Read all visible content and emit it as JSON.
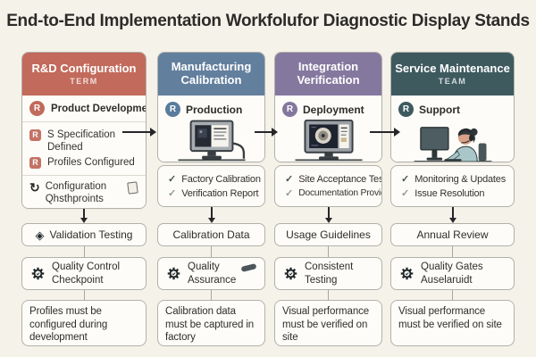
{
  "title": "End-to-End Implementation Workfolufor Diagnostic Display Stands",
  "colors": {
    "background": "#f5f2ea",
    "rd_accent": "#c26a5b",
    "manufacturing_accent": "#637f9e",
    "integration_accent": "#85789f",
    "service_accent": "#3e5a5f",
    "check": "#47554e"
  },
  "columns": [
    {
      "id": "rd-configuration",
      "header": {
        "title": "R&D Configuration",
        "subtitle": "TERM"
      },
      "role": {
        "badge": "R",
        "label": "Product Development"
      },
      "list_items": [
        {
          "badge": "R",
          "label": "S Specification Defined"
        },
        {
          "badge": "R",
          "label": "Profiles Configured"
        }
      ],
      "config_row": {
        "icon": "refresh-icon",
        "label": "Configuration Qhsthproints",
        "trailing_icon": "document-icon"
      },
      "stage_box": {
        "icon": "diamond-icon",
        "label": "Validation Testing"
      },
      "quality_box": {
        "icon": "gear-check-icon",
        "label": "Quality Control Checkpoint"
      },
      "note": "Profiles must be configured during development"
    },
    {
      "id": "manufacturing-calibration",
      "header": {
        "title": "Manufacturing Calibration"
      },
      "role": {
        "badge": "R",
        "label": "Production"
      },
      "illustration": "monitor-with-report",
      "checks": [
        "Factory Calibration",
        "Verification Report"
      ],
      "stage_box": {
        "label": "Calibration Data"
      },
      "quality_box": {
        "icon": "gear-check-icon",
        "label": "Quality Assurance",
        "extra_icon": "pen-icon"
      },
      "note": "Calibration data must be captured in factory"
    },
    {
      "id": "integration-verification",
      "header": {
        "title": "Integration Verification"
      },
      "role": {
        "badge": "R",
        "label": "Deployment"
      },
      "illustration": "monitor-with-scan",
      "checks": [
        "Site Acceptance Test",
        "Documentation Provided"
      ],
      "stage_box": {
        "label": "Usage Guidelines"
      },
      "quality_box": {
        "icon": "gear-check-icon",
        "label": "Consistent Testing"
      },
      "note": "Visual performance must be verified on site"
    },
    {
      "id": "service-maintenance",
      "header": {
        "title": "Service Maintenance",
        "subtitle": "TEAM"
      },
      "role": {
        "badge": "R",
        "label": "Support"
      },
      "illustration": "support-agent",
      "checks": [
        "Monitoring & Updates",
        "Issue Resolution"
      ],
      "stage_box": {
        "label": "Annual Review"
      },
      "quality_box": {
        "icon": "gear-check-icon",
        "label": "Quality Gates Auselaruidt"
      },
      "note": "Visual performance must be verified on site"
    }
  ]
}
